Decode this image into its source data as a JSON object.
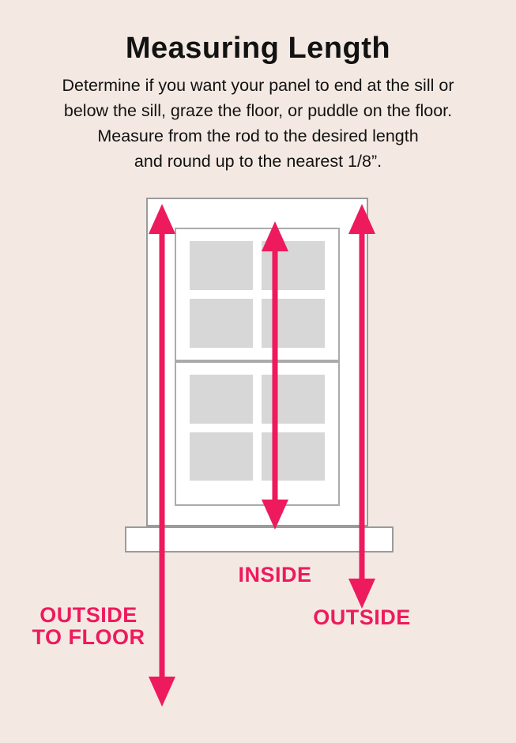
{
  "page": {
    "title": "Measuring Length",
    "description_lines": [
      "Determine if you want your panel to end at the sill or",
      "below the sill, graze the floor, or puddle on the floor.",
      "Measure from the rod to the desired length",
      "and round up to the nearest 1/8”."
    ]
  },
  "labels": {
    "inside": "INSIDE",
    "outside_to_floor": [
      "OUTSIDE",
      "TO FLOOR"
    ],
    "outside": "OUTSIDE"
  },
  "diagram": {
    "colors": {
      "background": "#F4E9E2",
      "arrow": "#ED1A5E",
      "window_fill": "#FFFFFF",
      "frame_border": "#9B9B9B",
      "pane_fill": "#D7D7D7",
      "text": "#121212"
    }
  }
}
